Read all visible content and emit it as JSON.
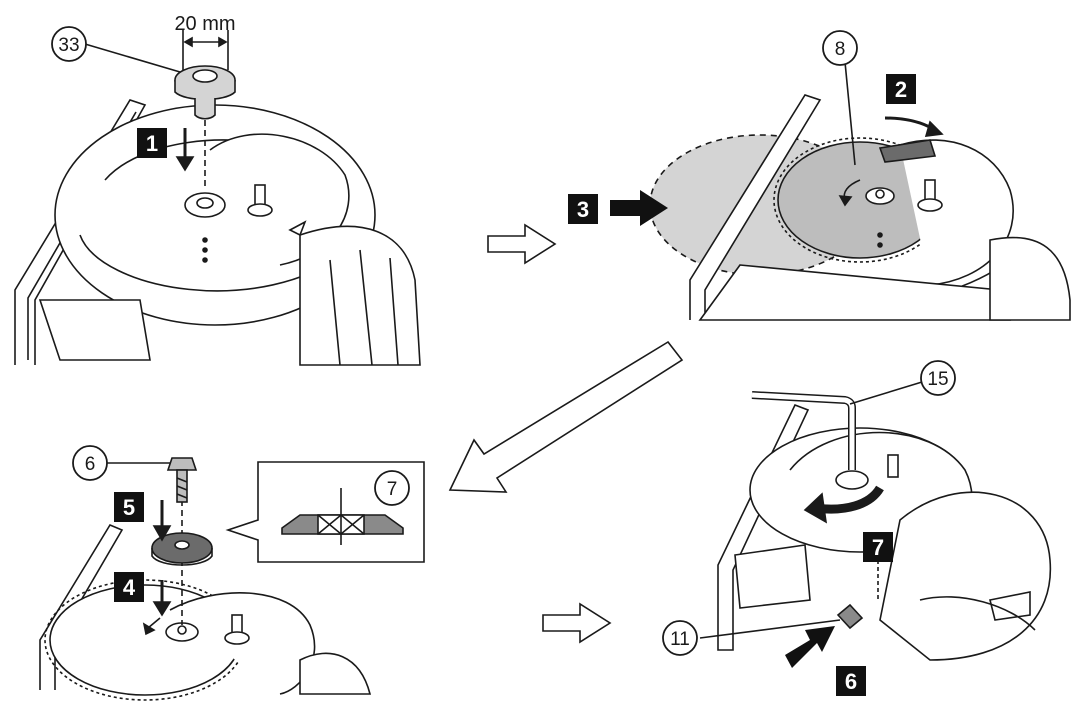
{
  "dimension": {
    "value": "20 mm"
  },
  "callouts": {
    "c33": "33",
    "c8": "8",
    "c6": "6",
    "c7": "7",
    "c15": "15",
    "c11": "11"
  },
  "steps": {
    "s1": "1",
    "s2": "2",
    "s3": "3",
    "s4": "4",
    "s5": "5",
    "s6": "6",
    "s7": "7"
  },
  "colors": {
    "ink": "#1a1a1a",
    "blade": "#bdbdbd",
    "shade": "#d4d4d4",
    "washer": "#6b6b6b",
    "badge_bg": "#111111",
    "badge_fg": "#ffffff"
  }
}
